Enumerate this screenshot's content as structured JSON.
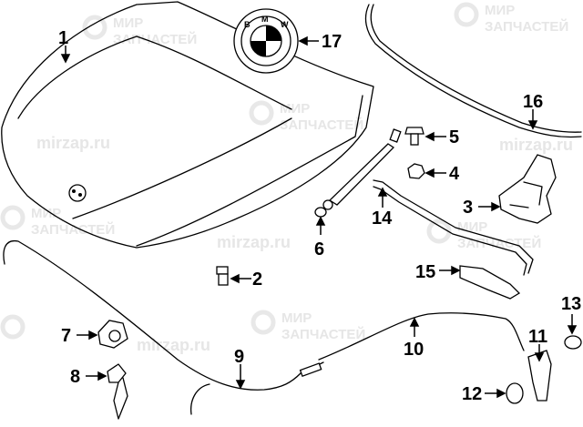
{
  "watermark": {
    "line1": "МИР",
    "line2": "ЗАПЧАСТЕЙ",
    "site": "mirzap.ru"
  },
  "logo": {
    "letters": [
      "B",
      "M",
      "W"
    ]
  },
  "callouts": [
    "1",
    "2",
    "3",
    "4",
    "5",
    "6",
    "7",
    "8",
    "9",
    "10",
    "11",
    "12",
    "13",
    "14",
    "15",
    "16",
    "17"
  ]
}
